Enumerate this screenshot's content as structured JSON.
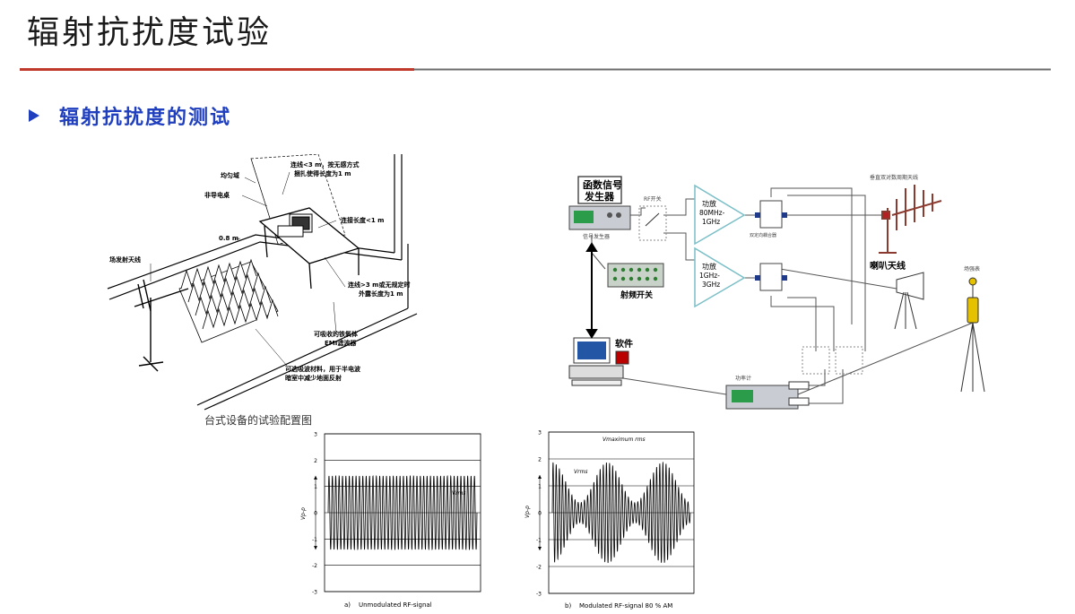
{
  "slide": {
    "title": "辐射抗扰度试验",
    "bullet": "辐射抗扰度的测试",
    "colors": {
      "title_rule_red": "#c0392b",
      "title_rule_gray": "#6b6b6b",
      "bullet_blue": "#1f3fbf"
    }
  },
  "figure_left": {
    "caption": "台式设备的试验配置图",
    "labels": {
      "uniform_field": "均匀域",
      "nonconductive_table": "非导电桌",
      "cable_note_1": "连线<3 m，按无感方式",
      "cable_note_2": "捆扎使得长度为1 m",
      "cable_lt1": "连接长度<1 m",
      "height": "0.8 m",
      "field_antenna": "场发射天线",
      "cable_gt3_1": "连线>3 m或无规定时",
      "cable_gt3_2": "外露长度为1 m",
      "ferrite_1": "可吸收的铁氧体",
      "ferrite_2": "EMI滤波器",
      "absorber_1": "可选吸波材料，用于半电波",
      "absorber_2": "暗室中减少地面反射"
    }
  },
  "figure_right": {
    "labels": {
      "func_gen_1": "函数信号",
      "func_gen_2": "发生器",
      "sig_gen": "信号发生器",
      "rf_switch": "RF开关",
      "amp1_1": "功放",
      "amp1_2": "80MHz-",
      "amp1_3": "1GHz",
      "amp2_1": "功放",
      "amp2_2": "1GHz-",
      "amp2_3": "3GHz",
      "coupler": "双定向耦合器",
      "log_antenna": "垂直双对数周期天线",
      "horn_antenna": "喇叭天线",
      "field_meter": "场强表",
      "rf_switch_box": "射频开关",
      "software": "软件",
      "power_meter": "功率计"
    }
  },
  "chart_data": [
    {
      "type": "line",
      "title": "",
      "caption_letter": "a)",
      "caption": "Unmodulated RF-signal",
      "ylim": [
        -3,
        3
      ],
      "yticks": [
        "3",
        "2",
        "1",
        "0",
        "-1",
        "-2",
        "-3"
      ],
      "annotations": [
        "Vrms",
        "Vp-p"
      ],
      "series": [
        {
          "amplitude": 1.4,
          "envelope_modulation": 0
        }
      ]
    },
    {
      "type": "line",
      "title": "",
      "caption_letter": "b)",
      "caption": "Modulated RF-signal 80 % AM",
      "ylim": [
        -3,
        3
      ],
      "yticks": [
        "3",
        "2",
        "1",
        "0",
        "-1",
        "-2",
        "-3"
      ],
      "annotations": [
        "Vmaximum rms",
        "Vrms",
        "Vp-p"
      ],
      "series": [
        {
          "amplitude": 1.4,
          "envelope_modulation": 0.8
        }
      ]
    }
  ]
}
